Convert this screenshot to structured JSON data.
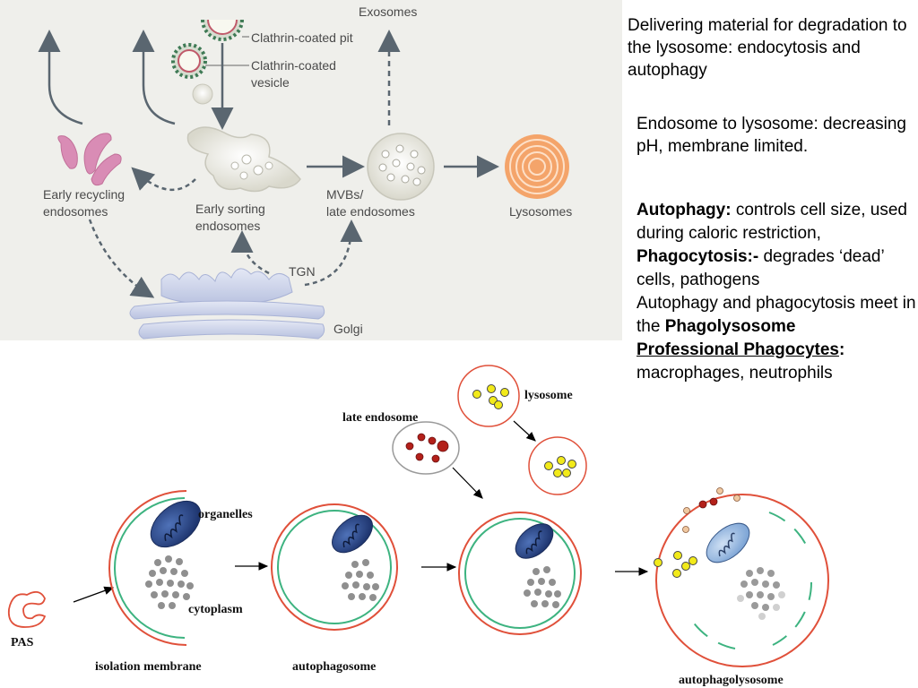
{
  "top_diagram": {
    "labels": {
      "exosomes": "Exosomes",
      "clathrin_pit": "Clathrin-coated pit",
      "clathrin_vesicle_1": "Clathrin-coated",
      "clathrin_vesicle_2": "vesicle",
      "early_recycling_1": "Early recycling",
      "early_recycling_2": "endosomes",
      "early_sorting_1": "Early sorting",
      "early_sorting_2": "endosomes",
      "mvbs_1": "MVBs/",
      "mvbs_2": "late endosomes",
      "lysosomes": "Lysosomes",
      "tgn": "TGN",
      "golgi": "Golgi"
    }
  },
  "side_text": {
    "heading": "Delivering material for degradation to the lysosome: endocytosis and autophagy",
    "endosome": "Endosome to lysosome: decreasing pH, membrane limited.",
    "autophagy_label": "Autophagy:",
    "autophagy_text": " controls cell size, used during caloric restriction,",
    "phagocytosis_label": "Phagocytosis:-",
    "phagocytosis_text": " degrades ‘dead’ cells, pathogens",
    "meet_text": "Autophagy and phagocytosis meet in the ",
    "phagolysosome": "Phagolysosome",
    "professional_label": "Professional Phagocytes",
    "professional_colon": ":",
    "professional_text": " macrophages, neutrophils"
  },
  "bottom_diagram": {
    "labels": {
      "pas": "PAS",
      "isolation_membrane": "isolation membrane",
      "organelles": "organelles",
      "cytoplasm": "cytoplasm",
      "autophagosome": "autophagosome",
      "late_endosome": "late endosome",
      "lysosome": "lysosome",
      "autophagolysosome": "autophagolysosome"
    }
  },
  "colors": {
    "panel_bg": "#efefeb",
    "arrow": "#5a6670",
    "recycling": "#d98cb5",
    "lysosome_orange": "#f4a46a",
    "golgi": "#c9d0e8",
    "membrane_red": "#e0503a",
    "membrane_green": "#3db380",
    "mito_blue": "#2d4a8a",
    "yellow": "#f2ea1a",
    "dark_red": "#b3201a"
  }
}
